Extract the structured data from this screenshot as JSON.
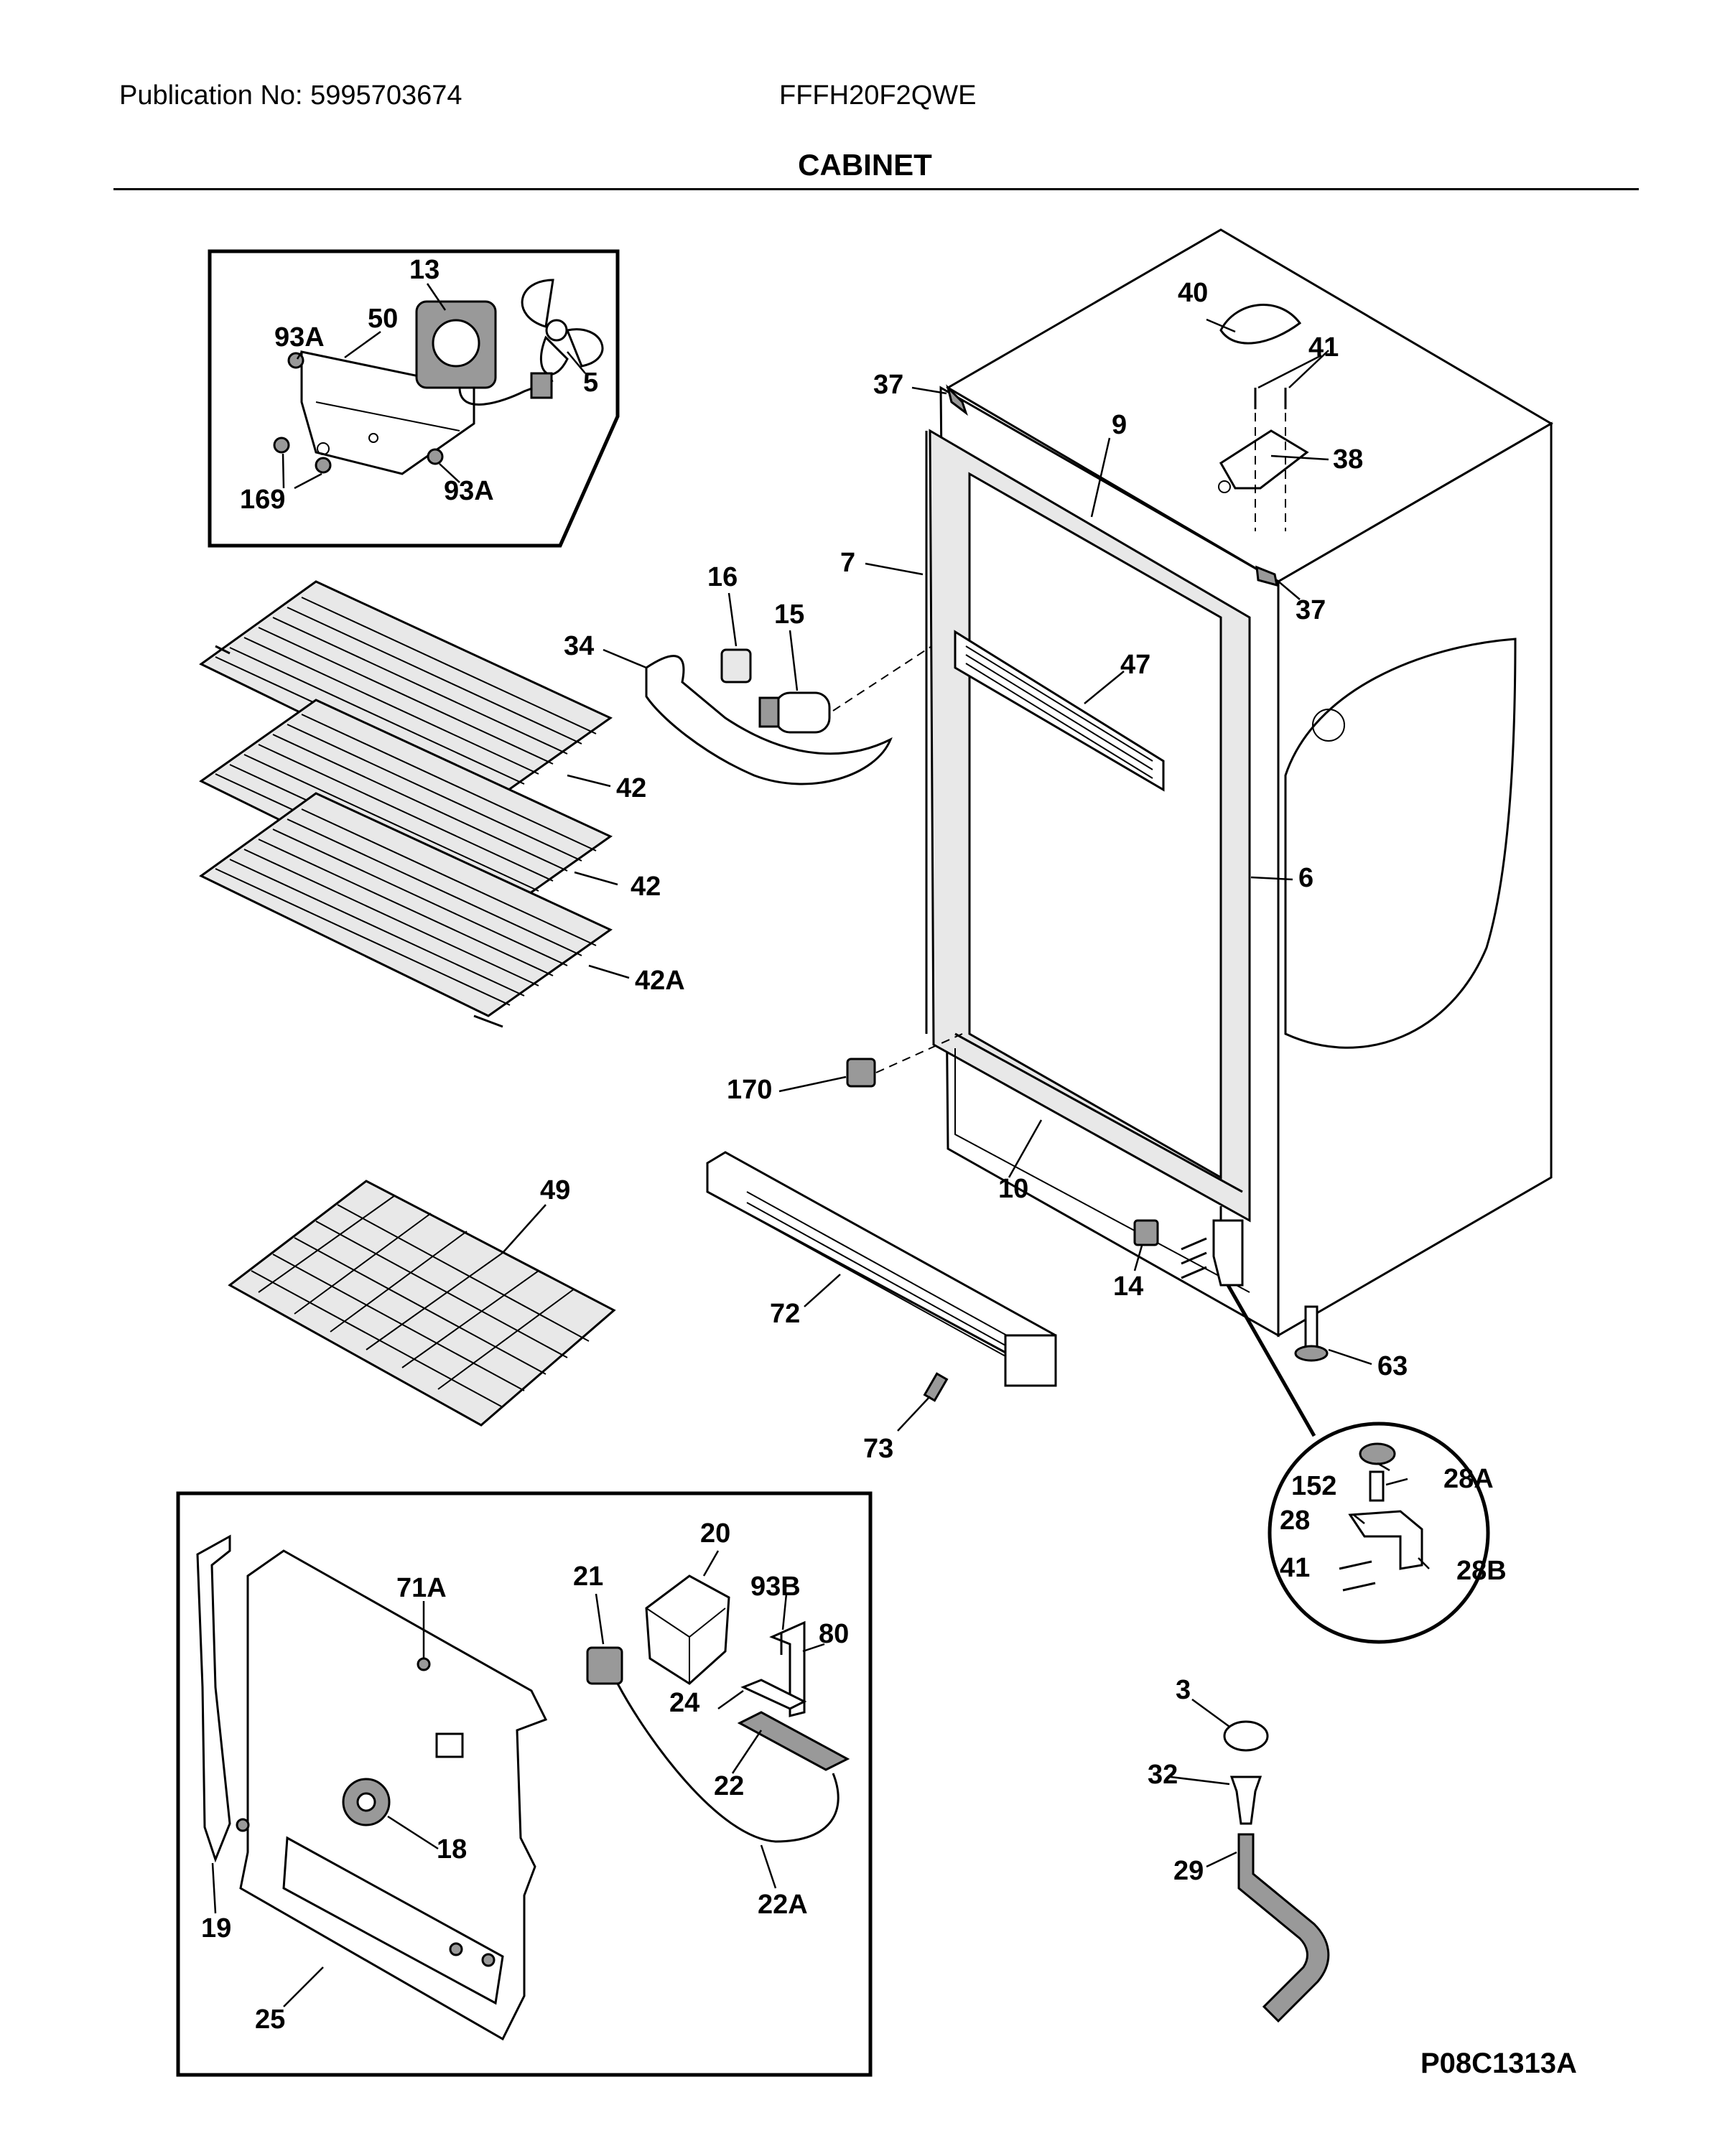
{
  "header": {
    "publication": "Publication No: 5995703674",
    "model": "FFFH20F2QWE",
    "section_title": "CABINET"
  },
  "figure_code": "P08C1313A",
  "callouts": {
    "c13": "13",
    "c50": "50",
    "c93A_a": "93A",
    "c5": "5",
    "c169": "169",
    "c93A_b": "93A",
    "c40": "40",
    "c41": "41",
    "c37_a": "37",
    "c9": "9",
    "c38": "38",
    "c7": "7",
    "c37_b": "37",
    "c16": "16",
    "c15": "15",
    "c34": "34",
    "c47": "47",
    "c42_a": "42",
    "c42_b": "42",
    "c42A": "42A",
    "c6": "6",
    "c170": "170",
    "c10": "10",
    "c49": "49",
    "c72": "72",
    "c14": "14",
    "c63": "63",
    "c73": "73",
    "c152": "152",
    "c28A": "28A",
    "c28": "28",
    "c41_b": "41",
    "c28B": "28B",
    "c20": "20",
    "c71A": "71A",
    "c21": "21",
    "c93B": "93B",
    "c80": "80",
    "c24": "24",
    "c22": "22",
    "c18": "18",
    "c19": "19",
    "c22A": "22A",
    "c25": "25",
    "c3": "3",
    "c32": "32",
    "c29": "29"
  }
}
